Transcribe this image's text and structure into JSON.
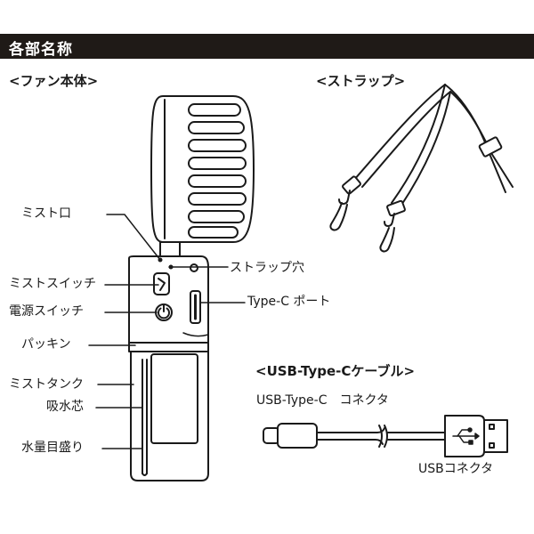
{
  "header": {
    "title": "各部名称"
  },
  "sections": {
    "fan": "<ファン本体>",
    "strap": "<ストラップ>",
    "cable": "<USB-Type-Cケーブル>"
  },
  "labels": {
    "mist_outlet": "ミスト口",
    "mist_switch": "ミストスイッチ",
    "power_switch": "電源スイッチ",
    "packing": "パッキン",
    "mist_tank": "ミストタンク",
    "wick": "吸水芯",
    "water_level": "水量目盛り",
    "strap_hole": "ストラップ穴",
    "typec_port": "Type-C ポート",
    "typec_connector": "USB-Type-C　コネクタ",
    "usb_connector": "USBコネクタ"
  },
  "icons": [
    "usb-symbol-icon",
    "power-icon",
    "mist-icon"
  ]
}
